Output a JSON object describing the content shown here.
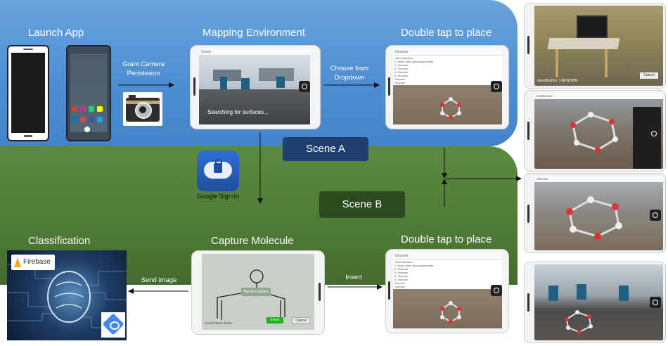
{
  "sceneA": {
    "badge": "Scene A",
    "launch_title": "Launch App",
    "mapping_title": "Mapping Environment",
    "place_title": "Double tap to place",
    "grant_label": "Grant Camera Permission",
    "choose_label": "Choose from Dropdown",
    "searching_text": "Searching for surfaces..."
  },
  "middle": {
    "google_label": "Google Sign-In"
  },
  "sceneB": {
    "badge": "Scene B",
    "classification_title": "Classification",
    "capture_title": "Capture Molecule",
    "place_title": "Double tap to place",
    "send_label": "Send image",
    "insert_label": "Insert",
    "firebase_label": "Firebase",
    "tap_capture": "Tap to Capture",
    "insert_btn": "Insert",
    "cancel_btn": "Cancel",
    "classification_small": "classification: butan"
  },
  "right_panel": {
    "classification_unknown": "classification: UNKNOWN",
    "cancel": "Cancel",
    "continue_label": "Continuous",
    "dropdown_label": "Glucose"
  },
  "colors": {
    "sceneA_band": "#4f8ed3",
    "sceneB_band": "#4f7a35",
    "sceneA_badge": "#1f3f6e",
    "sceneB_badge": "#2c4a20"
  }
}
